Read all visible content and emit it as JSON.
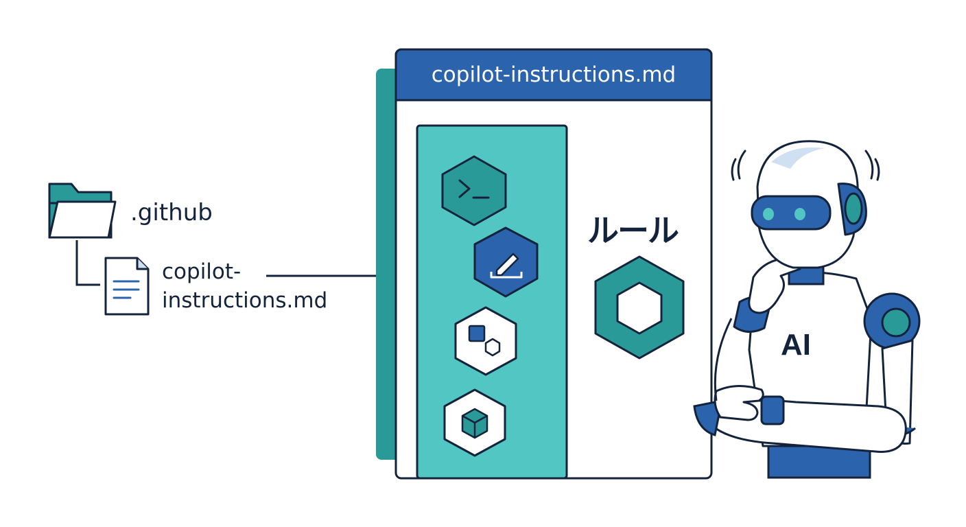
{
  "tree": {
    "folder_name": ".github",
    "file_name_line1": "copilot-",
    "file_name_line2": "instructions.md"
  },
  "window": {
    "title": "copilot-instructions.md",
    "rule_label": "ルール"
  },
  "robot": {
    "chest_label": "AI"
  },
  "sidebar_icons": [
    "terminal-icon",
    "edit-icon",
    "shapes-icon",
    "cube-icon"
  ],
  "colors": {
    "navy": "#14233c",
    "blue": "#2b63ad",
    "teal": "#52c6c2",
    "dark_teal": "#2a9a98",
    "background": "#ffffff"
  }
}
